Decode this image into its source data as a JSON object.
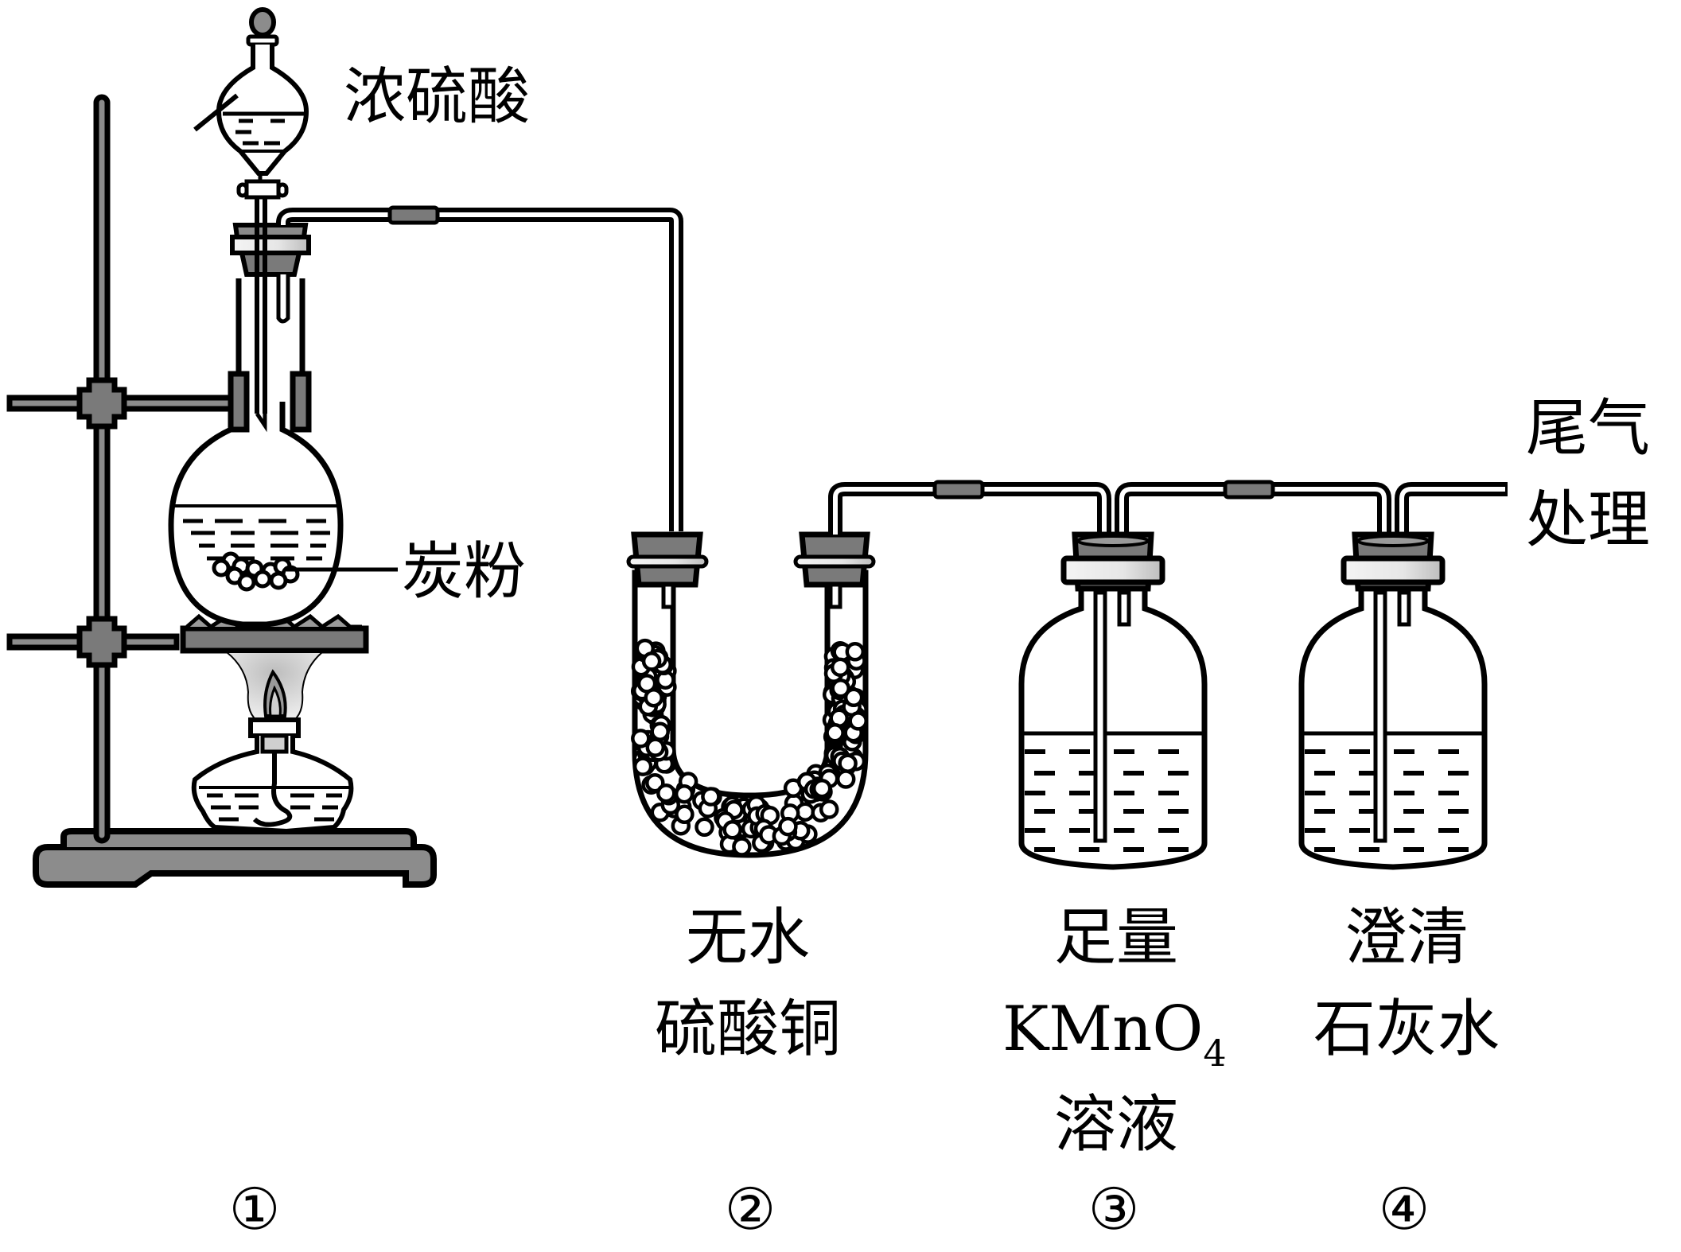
{
  "figure": {
    "type": "chemistry-apparatus",
    "description": "Carbon powder + concentrated sulfuric acid reaction, gas passed through four devices"
  },
  "colors": {
    "outline": "#000000",
    "rubber_dark": "#7a7a7a",
    "stand_grey": "#8c8c8c",
    "light_grey": "#d6d6d6",
    "background": "#ffffff"
  },
  "labels": {
    "funnel_reagent": "浓硫酸",
    "flask_solid": "炭粉",
    "tail_gas_line1": "尾气",
    "tail_gas_line2": "处理"
  },
  "devices": [
    {
      "number": "①",
      "lines": []
    },
    {
      "number": "②",
      "lines": [
        "无水",
        "硫酸铜"
      ]
    },
    {
      "number": "③",
      "lines": [
        "足量",
        "KMnO",
        "溶液"
      ],
      "subscript": "4"
    },
    {
      "number": "④",
      "lines": [
        "澄清",
        "石灰水"
      ]
    }
  ]
}
